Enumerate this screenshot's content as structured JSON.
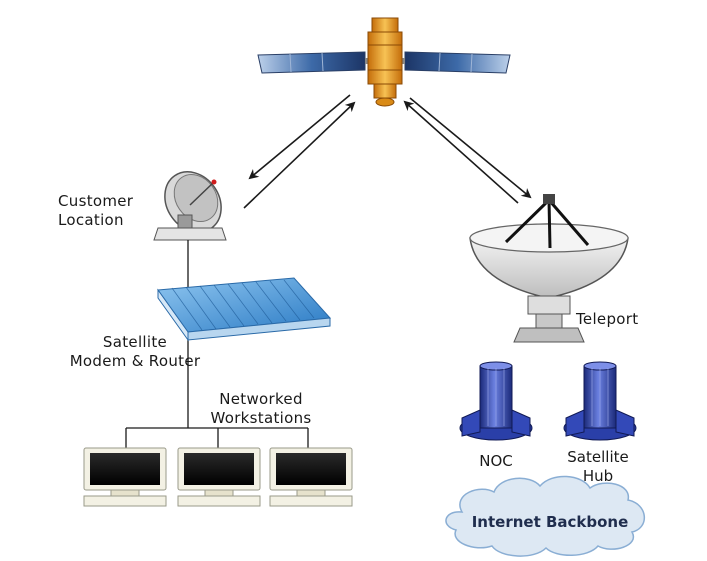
{
  "labels": {
    "customer_location": "Customer\nLocation",
    "satellite_modem_router": "Satellite\nModem & Router",
    "networked_workstations": "Networked\nWorkstations",
    "teleport": "Teleport",
    "noc": "NOC",
    "satellite_hub": "Satellite\nHub",
    "internet_backbone": "Internet Backbone"
  },
  "colors": {
    "satellite_body": "#e8a020",
    "solar_panel": "#3a5f99",
    "modem_blue": "#3c8fd6",
    "server_blue": "#2a3fa8",
    "cloud_fill": "#dde8f3",
    "cloud_stroke": "#8aaed4",
    "dish_gray": "#e6e6e6"
  }
}
